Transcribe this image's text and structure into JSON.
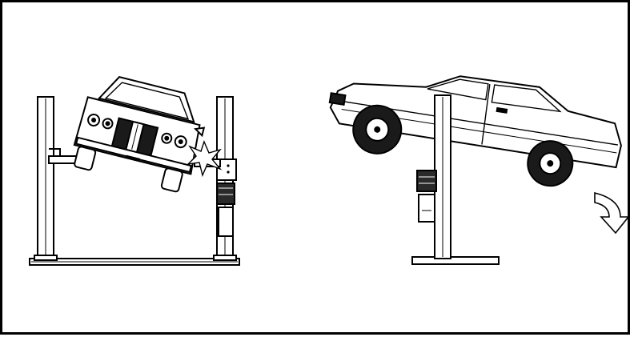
{
  "figure": {
    "panels": [
      {
        "id": "left",
        "depicts": "two-post-lift-car-tilted-sideways"
      },
      {
        "id": "right",
        "depicts": "car-side-view-tipping-off-lift"
      }
    ],
    "colors": {
      "ink": "#000000",
      "paper": "#ffffff",
      "shade": "#1a1a1a"
    },
    "icons": [
      "impact-star-icon",
      "tipping-arrow-icon"
    ]
  }
}
